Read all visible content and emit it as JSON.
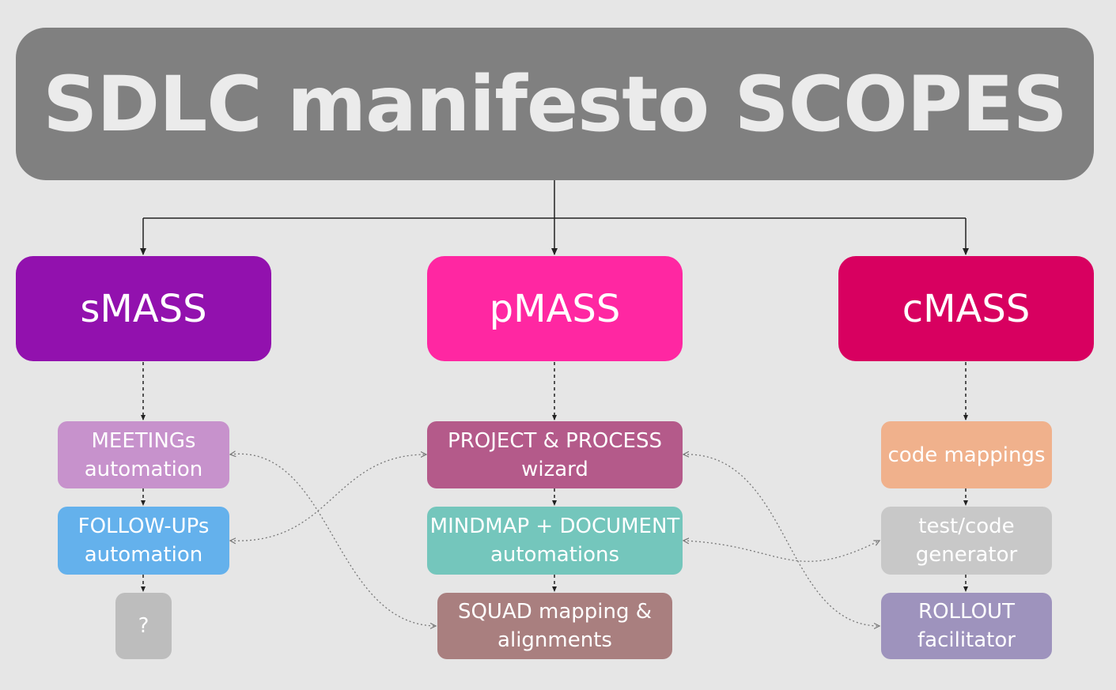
{
  "title": "SDLC manifesto SCOPES",
  "scopes": [
    {
      "label": "sMASS",
      "color": "#9211ae"
    },
    {
      "label": "pMASS",
      "color": "#ff27a2"
    },
    {
      "label": "cMASS",
      "color": "#d80060"
    }
  ],
  "items": [
    {
      "id": "meetings",
      "label": "MEETINGs\nautomation",
      "color": "#c792cc"
    },
    {
      "id": "followups",
      "label": "FOLLOW-UPs\nautomation",
      "color": "#64b1ec"
    },
    {
      "id": "unknown",
      "label": "?",
      "color": "#bdbdbd"
    },
    {
      "id": "project",
      "label": "PROJECT & PROCESS\nwizard",
      "color": "#b45a8a"
    },
    {
      "id": "mindmap",
      "label": "MINDMAP + DOCUMENT\nautomations",
      "color": "#74c6bc"
    },
    {
      "id": "squad",
      "label": "SQUAD mapping &\nalignments",
      "color": "#a97f7f"
    },
    {
      "id": "codemap",
      "label": "code mappings",
      "color": "#f0b18c"
    },
    {
      "id": "testgen",
      "label": "test/code\ngenerator",
      "color": "#c8c8c8"
    },
    {
      "id": "rollout",
      "label": "ROLLOUT\nfacilitator",
      "color": "#9e93bd"
    }
  ]
}
